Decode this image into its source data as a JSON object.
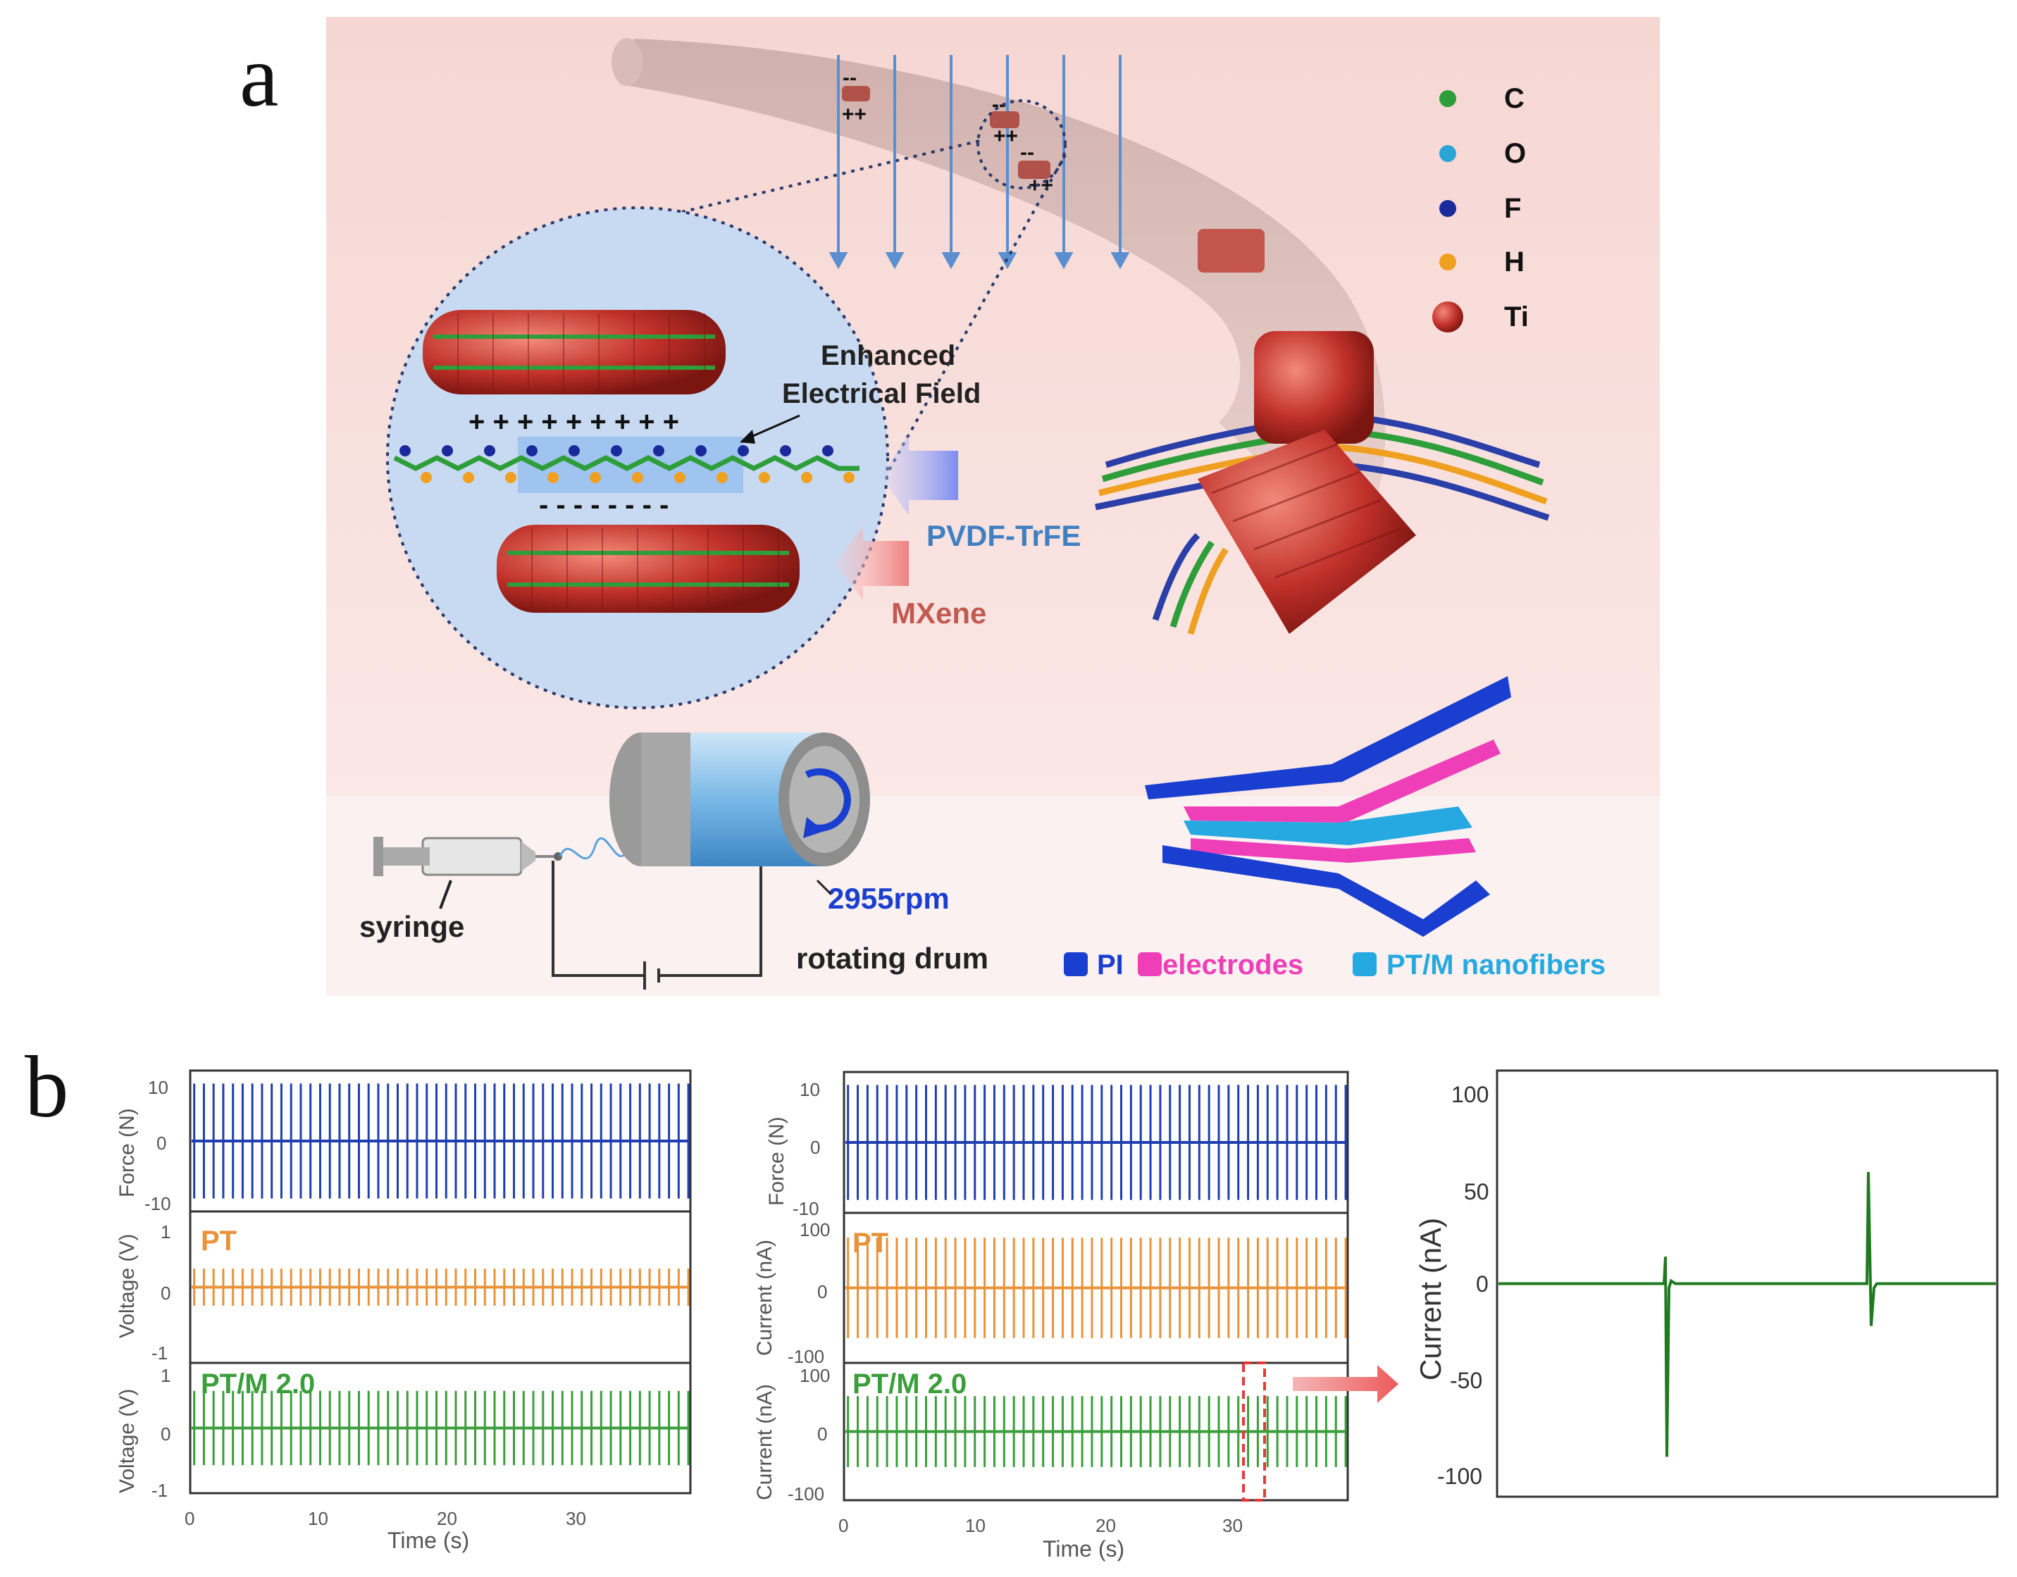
{
  "panel_a": {
    "letter": "a",
    "legend": {
      "elements": [
        {
          "symbol": "C",
          "color": "#2e9e3a"
        },
        {
          "symbol": "O",
          "color": "#2aa6d6"
        },
        {
          "symbol": "F",
          "color": "#1a2a9a"
        },
        {
          "symbol": "H",
          "color": "#f0a020"
        },
        {
          "symbol": "Ti",
          "color": "#c0302a"
        }
      ]
    },
    "enhanced_field": "Enhanced\nElectrical Field",
    "enhanced_field_l1": "Enhanced",
    "enhanced_field_l2": "Electrical Field",
    "plus_row": "+ + + + + + + + +",
    "minus_row": "-  -  -  -  -  -  -  -",
    "pvdf_label": "PVDF-TrFE",
    "mxene_label": "MXene",
    "surface_minus": "--",
    "surface_plus": "++",
    "syringe_label": "syringe",
    "rpm_label": "2955rpm",
    "drum_label": "rotating drum",
    "device_legend": {
      "pi": "PI",
      "electrodes": "electrodes",
      "nanofibers": "PT/M nanofibers",
      "pi_color": "#1a3fd0",
      "electrodes_color": "#ee3fb8",
      "nanofibers_color": "#25a9e0"
    }
  },
  "panel_b": {
    "letter": "b",
    "left": {
      "force_ylabel": "Force (N)",
      "force_ticks": [
        "10",
        "0",
        "-10"
      ],
      "pt_label": "PT",
      "ptm_label": "PT/M 2.0",
      "voltage_ylabel": "Voltage (V)",
      "voltage_ticks": [
        "1",
        "0",
        "-1"
      ],
      "xlabel": "Time (s)",
      "xticks": [
        "0",
        "10",
        "20",
        "30"
      ]
    },
    "middle": {
      "force_ylabel": "Force (N)",
      "force_ticks": [
        "10",
        "0",
        "-10"
      ],
      "pt_label": "PT",
      "ptm_label": "PT/M 2.0",
      "current_ylabel": "Current (nA)",
      "current_ticks": [
        "100",
        "0",
        "-100"
      ],
      "xlabel": "Time (s)",
      "xticks": [
        "0",
        "10",
        "20",
        "30"
      ]
    },
    "right": {
      "ylabel": "Current (nA)",
      "yticks": [
        "100",
        "50",
        "0",
        "-50",
        "-100"
      ]
    }
  },
  "chart_data": [
    {
      "type": "line",
      "title": "",
      "xlabel": "Time (s)",
      "ylabel": "Force (N)",
      "xlim": [
        0,
        38.5
      ],
      "ylim": [
        -12,
        12
      ],
      "series": [
        {
          "name": "Force",
          "amplitude": 10,
          "period_s": 0.75,
          "color": "#1f3fb0"
        }
      ]
    },
    {
      "type": "line",
      "xlabel": "Time (s)",
      "ylabel": "Voltage (V)",
      "xlim": [
        0,
        38.5
      ],
      "ylim": [
        -1.2,
        1.2
      ],
      "series": [
        {
          "name": "PT",
          "amplitude": 0.3,
          "period_s": 0.75,
          "color": "#e8923a"
        }
      ]
    },
    {
      "type": "line",
      "xlabel": "Time (s)",
      "ylabel": "Voltage (V)",
      "xlim": [
        0,
        38.5
      ],
      "ylim": [
        -1.2,
        1.2
      ],
      "series": [
        {
          "name": "PT/M 2.0",
          "amplitude": 0.7,
          "period_s": 0.75,
          "color": "#3a9e3a"
        }
      ]
    },
    {
      "type": "line",
      "xlabel": "Time (s)",
      "ylabel": "Current (nA)",
      "xlim": [
        0,
        38.5
      ],
      "ylim": [
        -110,
        110
      ],
      "series": [
        {
          "name": "PT",
          "amplitude": 75,
          "period_s": 0.75,
          "color": "#e8923a"
        }
      ]
    },
    {
      "type": "line",
      "xlabel": "Time (s)",
      "ylabel": "Current (nA)",
      "xlim": [
        0,
        38.5
      ],
      "ylim": [
        -110,
        110
      ],
      "series": [
        {
          "name": "PT/M 2.0",
          "amplitude": 58,
          "period_s": 0.75,
          "color": "#3a9e3a"
        }
      ]
    },
    {
      "type": "line",
      "xlabel": "",
      "ylabel": "Current (nA)",
      "ylim": [
        -110,
        110
      ],
      "series": [
        {
          "name": "PT/M 2.0 zoom",
          "peaks": [
            {
              "neg": -90,
              "pos": 14
            },
            {
              "pos": 58,
              "neg": -22
            }
          ],
          "color": "#1f7a1f"
        }
      ]
    }
  ]
}
